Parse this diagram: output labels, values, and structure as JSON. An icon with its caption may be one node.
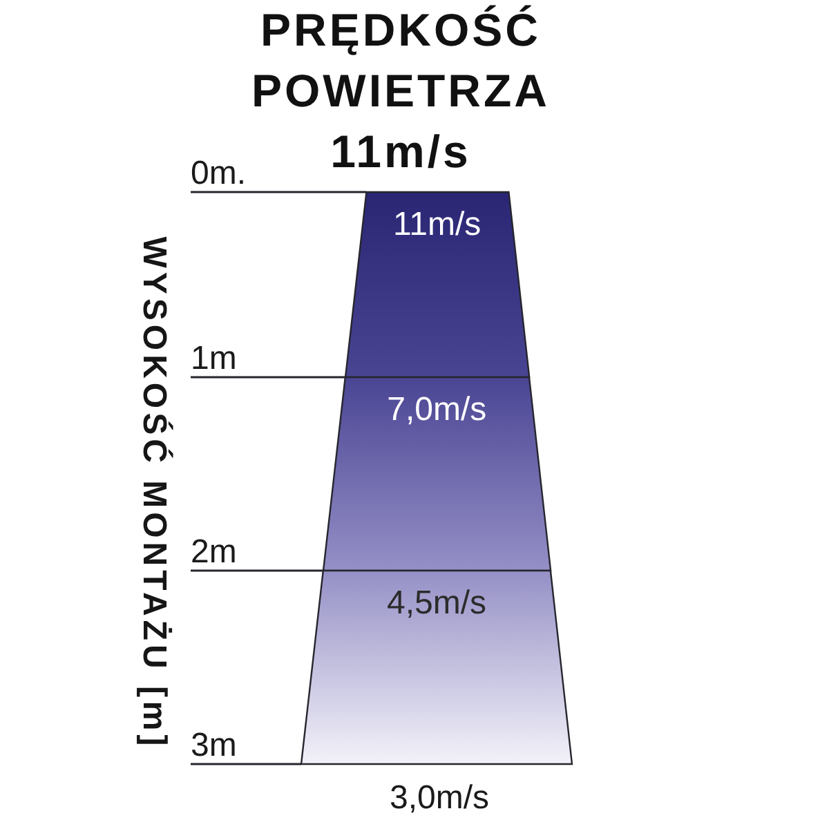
{
  "diagram": {
    "title": "PRĘDKOŚĆ POWIETRZA 11m/s",
    "nodes": [
      {
        "text": [
          "0m."
        ]
      },
      {
        "text": [
          "11m/s"
        ]
      },
      {
        "text": [
          "1m"
        ]
      },
      {
        "text": [
          "7,0m/s"
        ]
      },
      {
        "text": [
          "2m"
        ]
      },
      {
        "text": [
          "4,5m/s"
        ],
        "beside": [
          "3,0m/s"
        ]
      },
      {
        "text": [
          "3m"
        ]
      }
    ],
    "edges": [
      {
        "from": 0,
        "to": 1,
        "arrow": "none"
      },
      {
        "from": 2,
        "to": 1,
        "arrow": "none"
      },
      {
        "from": 4,
        "to": 3,
        "arrow": "none"
      },
      {
        "from": 6,
        "to": 5,
        "arrow": "none"
      }
    ],
    "labels": [
      "WYSOKOŚĆ MONTAŻU [m]"
    ]
  }
}
